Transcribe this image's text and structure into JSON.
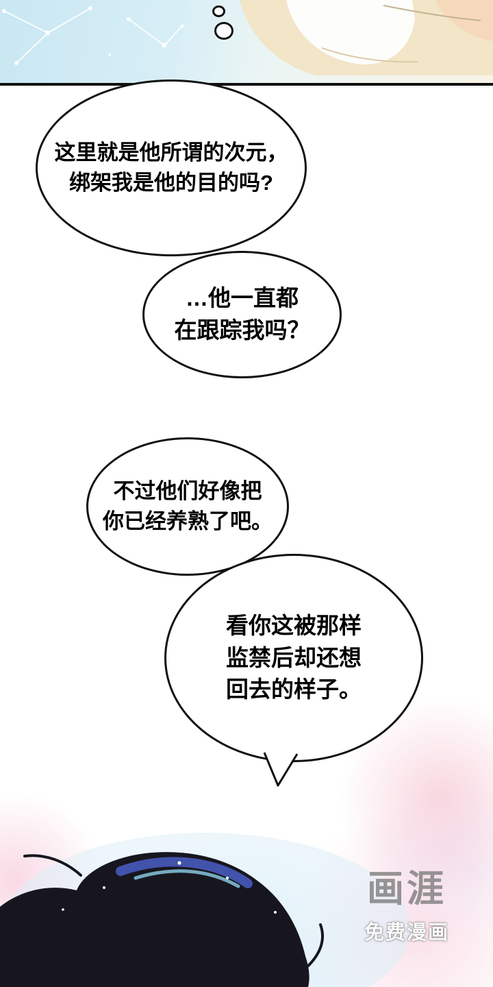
{
  "bubbles": [
    {
      "lines": [
        "这里就是他所谓的次元，",
        "绑架我是他的目的吗?"
      ]
    },
    {
      "lines": [
        "…他一直都",
        "在跟踪我吗？"
      ]
    },
    {
      "lines": [
        "不过他们好像把",
        "你已经养熟了吧。"
      ]
    },
    {
      "lines": [
        "看你这被那样",
        "监禁后却还想",
        "回去的样子。"
      ]
    }
  ],
  "watermark": {
    "logo": "画涯",
    "caption": "免费漫画"
  },
  "colors": {
    "outline": "#101010",
    "panel_sky": "#c9e7f2",
    "blanket_beige": "#f2e5c8",
    "pillow_white": "#fdfdfb",
    "skin": "#f8e7d8",
    "hair": "#17161e",
    "hair_highlight_blue": "#4a5ec6",
    "hair_highlight_light": "#8fd0ea",
    "clothing_teal": "#cfeede",
    "glow_pink": "#f8d4de",
    "watermark_gray": "#7a7a7a"
  }
}
